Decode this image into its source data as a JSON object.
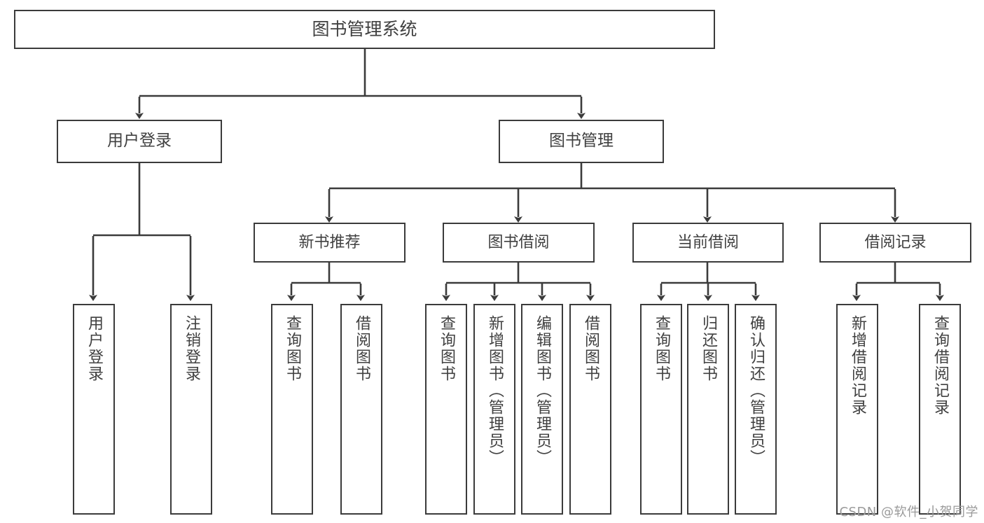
{
  "diagram": {
    "title": "图书管理系统",
    "type": "tree-hierarchy-functional-decomposition",
    "watermark": "CSDN @软件_小贺同学",
    "colors": {
      "box_border": "#3b3b3b",
      "box_fill": "#ffffff",
      "text": "#404040",
      "edge": "#3b3b3b",
      "background": "#ffffff",
      "watermark": "#9a9a9a"
    },
    "nodes": {
      "root": {
        "label": "图书管理系统",
        "level": 0
      },
      "user_login": {
        "label": "用户登录",
        "level": 1
      },
      "book_manage": {
        "label": "图书管理",
        "level": 1
      },
      "new_book_rec": {
        "label": "新书推荐",
        "level": 2
      },
      "book_borrow": {
        "label": "图书借阅",
        "level": 2
      },
      "current_borrow": {
        "label": "当前借阅",
        "level": 2
      },
      "borrow_record": {
        "label": "借阅记录",
        "level": 2
      },
      "leaf_user_login": {
        "label": "用户登录",
        "level": 3
      },
      "leaf_logout": {
        "label": "注销登录",
        "level": 3
      },
      "leaf_query_book_1": {
        "label": "查询图书",
        "level": 3
      },
      "leaf_borrow_book_1": {
        "label": "借阅图书",
        "level": 3
      },
      "leaf_query_book_2": {
        "label": "查询图书",
        "level": 3
      },
      "leaf_add_book": {
        "label": "新增图书（管理员）",
        "level": 3
      },
      "leaf_edit_book": {
        "label": "编辑图书（管理员）",
        "level": 3
      },
      "leaf_borrow_book_2": {
        "label": "借阅图书",
        "level": 3
      },
      "leaf_query_book_3": {
        "label": "查询图书",
        "level": 3
      },
      "leaf_return_book": {
        "label": "归还图书",
        "level": 3
      },
      "leaf_confirm_return": {
        "label": "确认归还（管理员）",
        "level": 3
      },
      "leaf_add_record": {
        "label": "新增借阅记录",
        "level": 3
      },
      "leaf_query_record": {
        "label": "查询借阅记录",
        "level": 3
      }
    },
    "edges": [
      {
        "from": "root",
        "to": "user_login"
      },
      {
        "from": "root",
        "to": "book_manage"
      },
      {
        "from": "user_login",
        "to": "leaf_user_login"
      },
      {
        "from": "user_login",
        "to": "leaf_logout"
      },
      {
        "from": "book_manage",
        "to": "new_book_rec"
      },
      {
        "from": "book_manage",
        "to": "book_borrow"
      },
      {
        "from": "book_manage",
        "to": "current_borrow"
      },
      {
        "from": "book_manage",
        "to": "borrow_record"
      },
      {
        "from": "new_book_rec",
        "to": "leaf_query_book_1"
      },
      {
        "from": "new_book_rec",
        "to": "leaf_borrow_book_1"
      },
      {
        "from": "book_borrow",
        "to": "leaf_query_book_2"
      },
      {
        "from": "book_borrow",
        "to": "leaf_add_book"
      },
      {
        "from": "book_borrow",
        "to": "leaf_edit_book"
      },
      {
        "from": "book_borrow",
        "to": "leaf_borrow_book_2"
      },
      {
        "from": "current_borrow",
        "to": "leaf_query_book_3"
      },
      {
        "from": "current_borrow",
        "to": "leaf_return_book"
      },
      {
        "from": "current_borrow",
        "to": "leaf_confirm_return"
      },
      {
        "from": "borrow_record",
        "to": "leaf_add_record"
      },
      {
        "from": "borrow_record",
        "to": "leaf_query_record"
      }
    ]
  }
}
